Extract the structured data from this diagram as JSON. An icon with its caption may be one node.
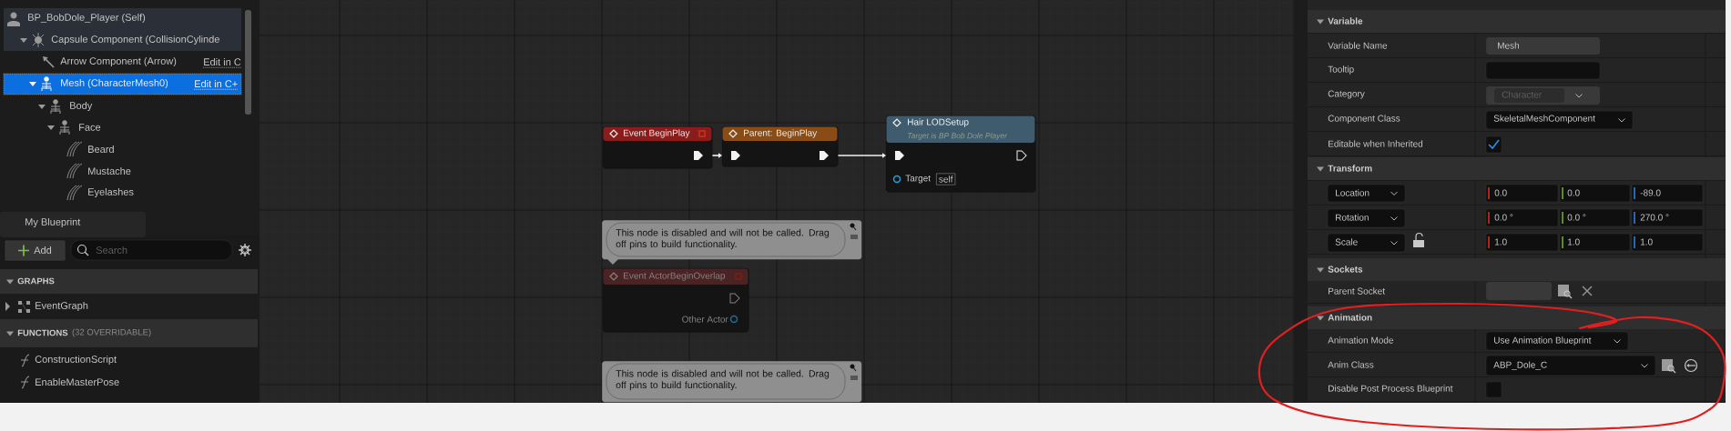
{
  "diagram": {
    "nodes": [
      {
        "text": [
          "Event BeginPlay"
        ]
      },
      {
        "text": [
          "Parent: BeginPlay"
        ]
      },
      {
        "text": [
          "Hair LODSetup",
          "Target is BP Bob Dole Player",
          "Target",
          "self"
        ]
      },
      {
        "text": [
          "This node is disabled and will not be called. Drag off pins to build functionality."
        ]
      },
      {
        "text": [
          "Event ActorBeginOverlap",
          "Other Actor"
        ]
      },
      {
        "text": [
          "This node is disabled and will not be called. Drag off pins to build functionality."
        ]
      }
    ],
    "edges": [
      {
        "from": 0,
        "to": 1,
        "arrow": "to"
      },
      {
        "from": 1,
        "to": 2,
        "arrow": "to"
      }
    ],
    "labels": [
      "BP_BobDole_Player (Self)",
      "Capsule Component (CollisionCylinde",
      "Arrow Component (Arrow)",
      "Edit in C",
      "Mesh (CharacterMesh0)",
      "Edit in C+",
      "Body",
      "Face",
      "Beard",
      "Mustache",
      "Eyelashes",
      "My Blueprint",
      "Add",
      "Search",
      "GRAPHS",
      "EventGraph",
      "FUNCTIONS",
      "(32 OVERRIDABLE)",
      "ConstructionScript",
      "EnableMasterPose",
      "Variable",
      "Variable Name",
      "Mesh",
      "Tooltip",
      "Category",
      "Character",
      "Component Class",
      "SkeletalMeshComponent",
      "Editable when Inherited",
      "Transform",
      "Location",
      "0.0",
      "0.0",
      "-89.0",
      "Rotation",
      "0.0 °",
      "0.0 °",
      "270.0 °",
      "Scale",
      "1.0",
      "1.0",
      "1.0",
      "Sockets",
      "Parent Socket",
      "Animation",
      "Animation Mode",
      "Use Animation Blueprint",
      "Anim Class",
      "ABP_Dole_C",
      "Disable Post Process Blueprint"
    ]
  }
}
